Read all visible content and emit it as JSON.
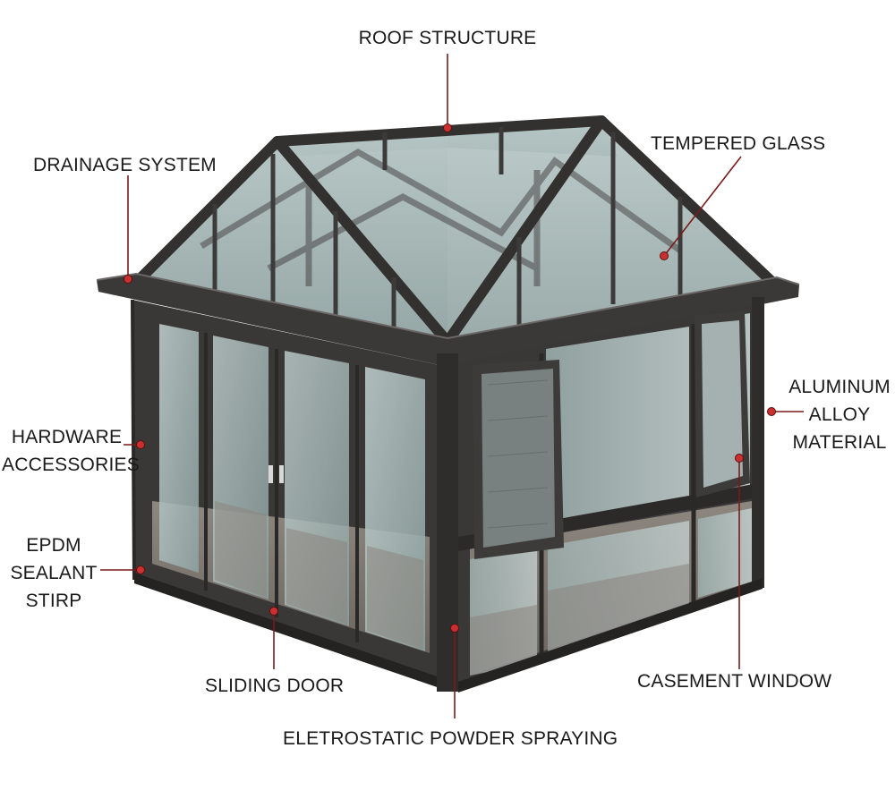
{
  "colors": {
    "frame": "#3a3837",
    "frame_dark": "#242322",
    "glass": "#a9bcbc",
    "glass_dark": "#7e9190",
    "floor": "#77716b",
    "leader": "#7a1a1a",
    "dot": "#c9302f",
    "text": "#1a1a1a"
  },
  "labels": {
    "roof_structure": "ROOF STRUCTURE",
    "tempered_glass": "TEMPERED GLASS",
    "drainage_system": "DRAINAGE SYSTEM",
    "hardware_accessories": [
      "HARDWARE",
      "ACCESSORIES"
    ],
    "epdm_sealant_strip": [
      "EPDM",
      "SEALANT",
      "STIRP"
    ],
    "aluminum_alloy_material": [
      "ALUMINUM",
      "ALLOY",
      "MATERIAL"
    ],
    "casement_window": "CASEMENT WINDOW",
    "sliding_door": "SLIDING DOOR",
    "electrostatic_powder_spraying": "ELETROSTATIC POWDER SPRAYING"
  }
}
